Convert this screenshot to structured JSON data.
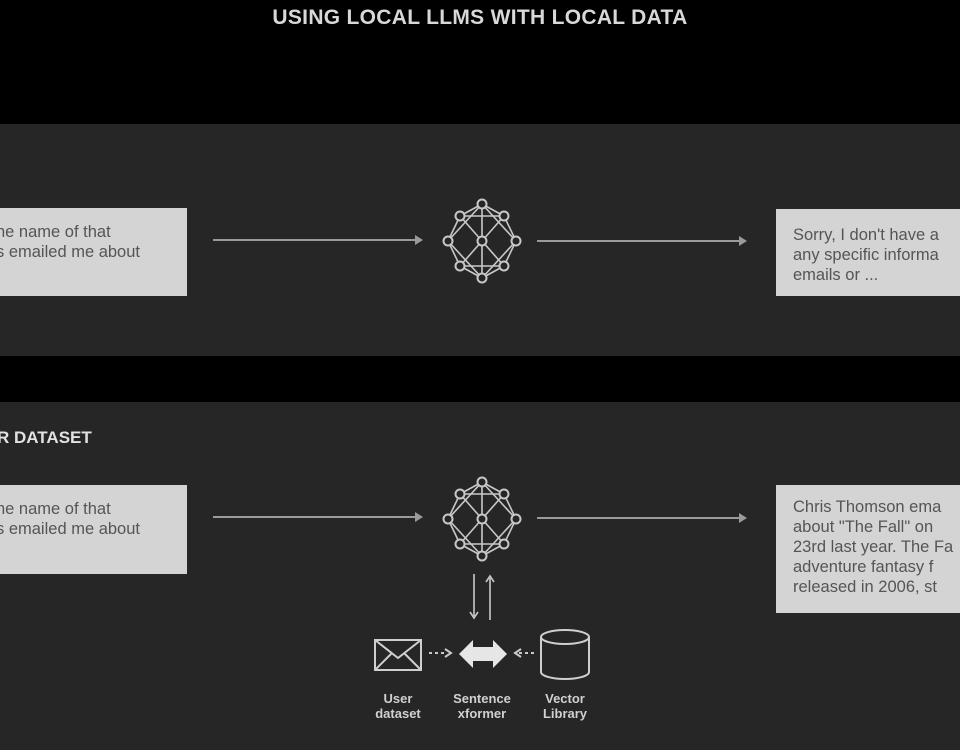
{
  "title": "USING LOCAL LLMS WITH LOCAL DATA",
  "panels": [
    {
      "section_label": "",
      "query_lines": [
        "he name of that",
        "s emailed me about"
      ],
      "answer_lines": [
        "Sorry, I don't have a",
        "any specific informa",
        "emails or ..."
      ]
    },
    {
      "section_label": "R DATASET",
      "query_lines": [
        "he name of that",
        "s emailed me about"
      ],
      "answer_lines": [
        "Chris Thomson ema",
        "about  \"The Fall\" on",
        "23rd last year. The Fa",
        "adventure fantasy f",
        "released in 2006, st"
      ],
      "pipeline": [
        {
          "icon": "envelope-icon",
          "label_lines": [
            "User",
            "dataset"
          ]
        },
        {
          "icon": "double-arrow-icon",
          "label_lines": [
            "Sentence",
            "xformer"
          ]
        },
        {
          "icon": "database-icon",
          "label_lines": [
            "Vector",
            "Library"
          ]
        }
      ]
    }
  ],
  "colors": {
    "background": "#000000",
    "panel": "#262626",
    "box": "#d4d4d4",
    "box_text": "#555555",
    "line": "#c8c8c8"
  }
}
